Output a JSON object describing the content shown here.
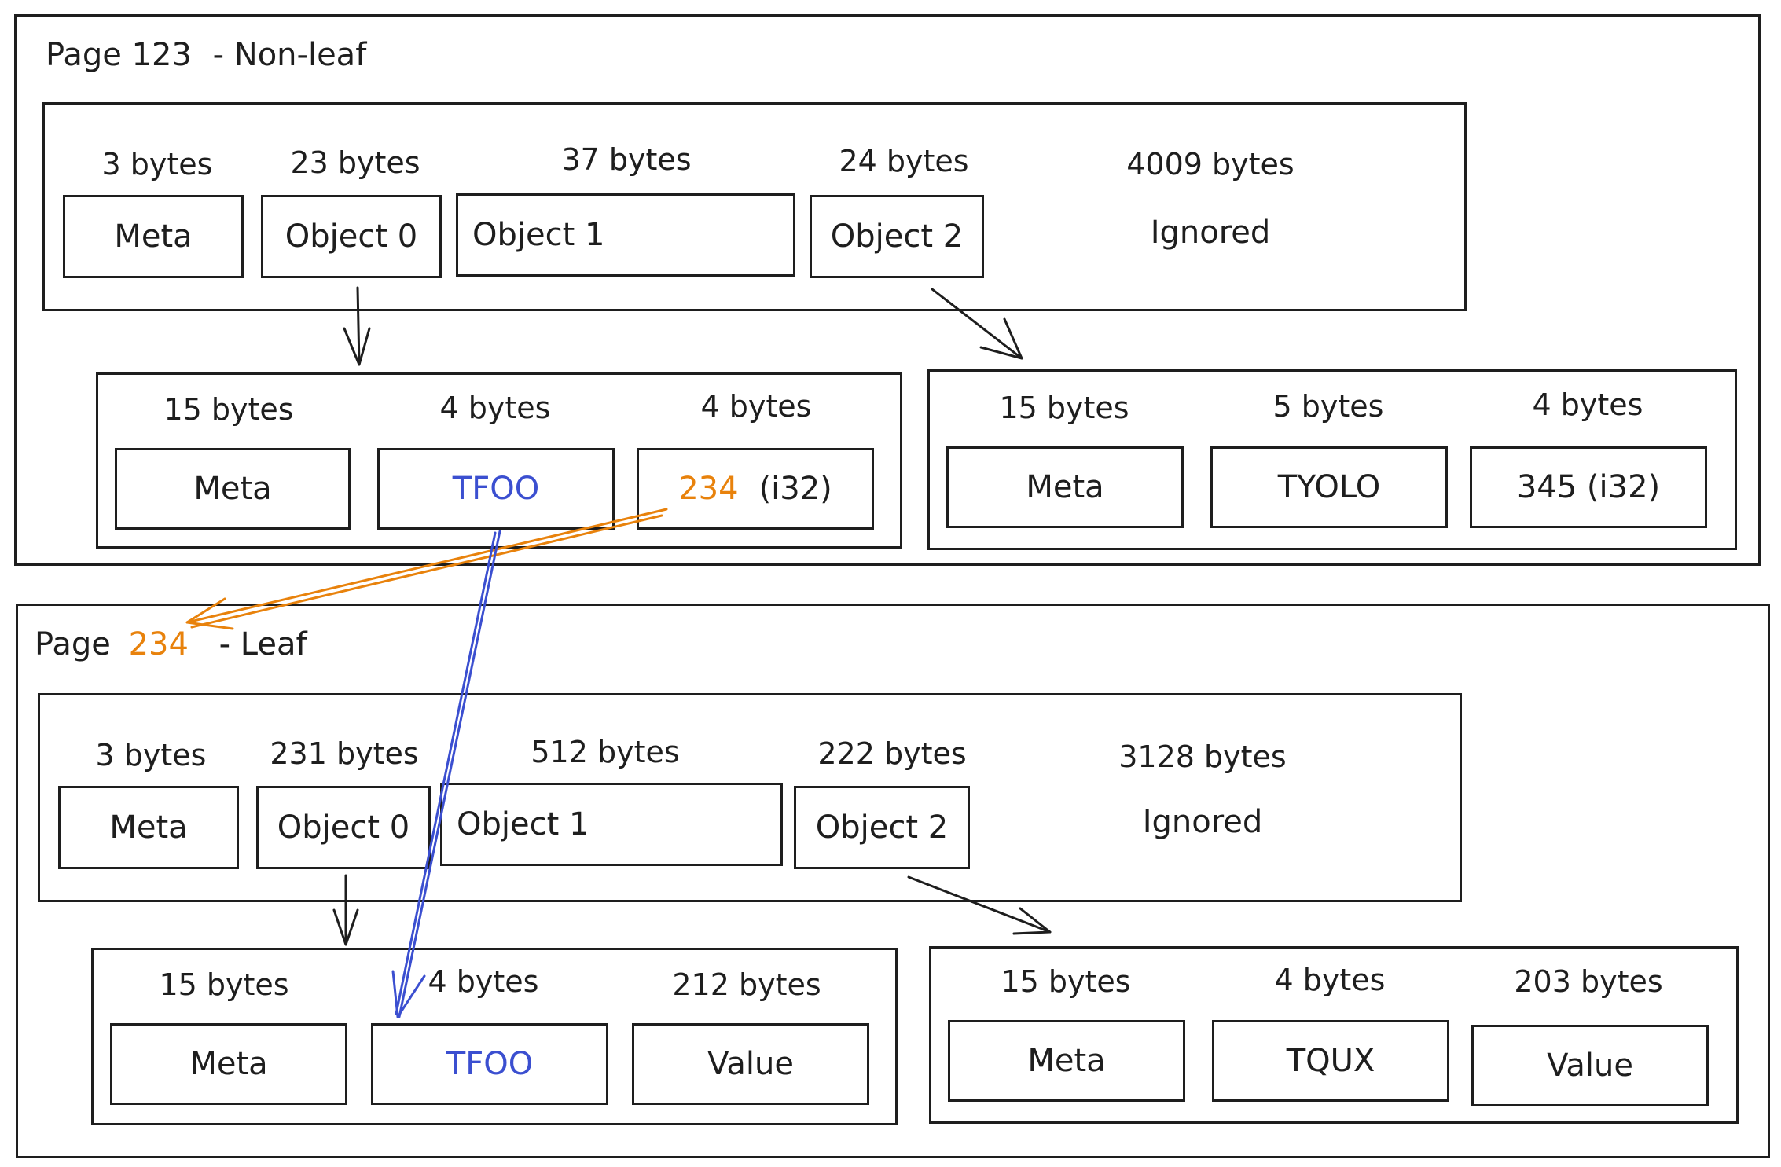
{
  "colors": {
    "ink": "#1e1e1e",
    "blue": "#3b4fd0",
    "orange": "#e8820c"
  },
  "page_top": {
    "title_prefix": "Page 123",
    "title_suffix": "- Non-leaf",
    "outer_row": [
      {
        "size": "3 bytes",
        "label": "Meta"
      },
      {
        "size": "23 bytes",
        "label": "Object 0"
      },
      {
        "size": "37 bytes",
        "label": "Object 1"
      },
      {
        "size": "24 bytes",
        "label": "Object 2"
      },
      {
        "size": "4009 bytes",
        "label": "Ignored"
      }
    ],
    "object0": [
      {
        "size": "15 bytes",
        "label": "Meta"
      },
      {
        "size": "4 bytes",
        "label": "TFOO"
      },
      {
        "size": "4 bytes",
        "value": "234",
        "type": "(i32)"
      }
    ],
    "object2": [
      {
        "size": "15 bytes",
        "label": "Meta"
      },
      {
        "size": "5 bytes",
        "label": "TYOLO"
      },
      {
        "size": "4 bytes",
        "label": "345  (i32)"
      }
    ]
  },
  "page_bottom": {
    "title_prefix": "Page",
    "title_page": "234",
    "title_suffix": "- Leaf",
    "outer_row": [
      {
        "size": "3 bytes",
        "label": "Meta"
      },
      {
        "size": "231 bytes",
        "label": "Object 0"
      },
      {
        "size": "512 bytes",
        "label": "Object 1"
      },
      {
        "size": "222 bytes",
        "label": "Object 2"
      },
      {
        "size": "3128 bytes",
        "label": "Ignored"
      }
    ],
    "object0": [
      {
        "size": "15 bytes",
        "label": "Meta"
      },
      {
        "size": "4 bytes",
        "label": "TFOO"
      },
      {
        "size": "212 bytes",
        "label": "Value"
      }
    ],
    "object2": [
      {
        "size": "15 bytes",
        "label": "Meta"
      },
      {
        "size": "4 bytes",
        "label": "TQUX"
      },
      {
        "size": "203 bytes",
        "label": "Value"
      }
    ]
  }
}
